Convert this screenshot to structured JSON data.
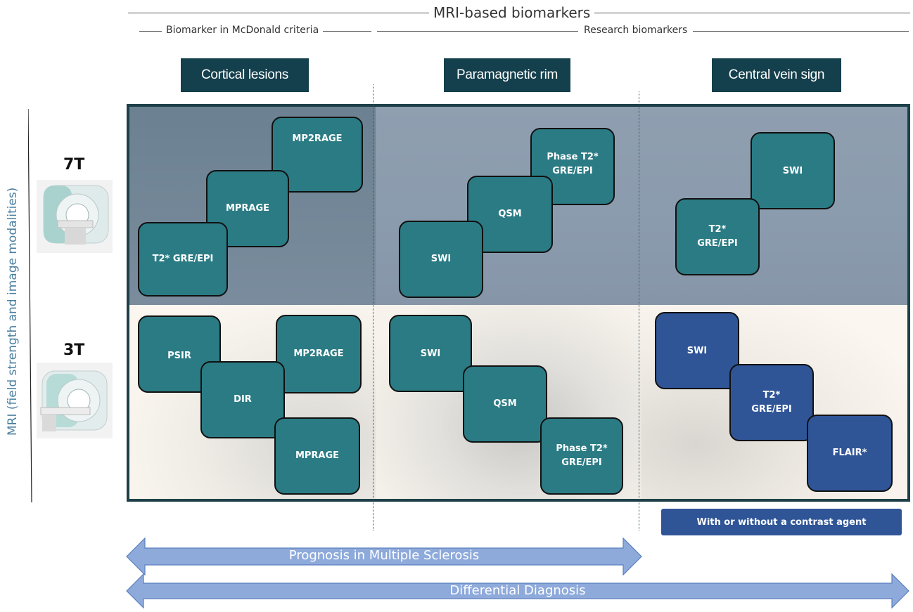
{
  "header": {
    "title": "MRI-based biomarkers",
    "left_group": "Biomarker in McDonald criteria",
    "right_group": "Research biomarkers"
  },
  "columns": [
    {
      "label": "Cortical lesions"
    },
    {
      "label": "Paramagnetic rim"
    },
    {
      "label": "Central vein sign"
    }
  ],
  "y_axis_label": "MRI (field strength and image modalities)",
  "rows": {
    "t7": {
      "label": "7T"
    },
    "t3": {
      "label": "3T"
    }
  },
  "tiles": {
    "c1_7t": [
      "MP2RAGE",
      "MPRAGE",
      "T2* GRE/EPI"
    ],
    "c2_7t": [
      "Phase T2*\nGRE/EPI",
      "QSM",
      "SWI"
    ],
    "c3_7t": [
      "SWI",
      "T2*\nGRE/EPI"
    ],
    "c1_3t": [
      "PSIR",
      "MP2RAGE",
      "DIR",
      "MPRAGE"
    ],
    "c2_3t": [
      "SWI",
      "QSM",
      "Phase T2*\nGRE/EPI"
    ],
    "c3_3t": [
      "SWI",
      "T2*\nGRE/EPI",
      "FLAIR*"
    ]
  },
  "contrast_note": "With or without a contrast agent",
  "arrows": {
    "prognosis": "Prognosis in Multiple Sclerosis",
    "differential": "Differential Diagnosis"
  },
  "colors": {
    "teal_tile": "#2b7b84",
    "blue_tile": "#2f5597",
    "header_box": "#143f4c",
    "arrow": "#8eaadb"
  },
  "icons": {
    "scanner_7t": "mri-scanner-icon",
    "scanner_3t": "mri-scanner-icon"
  }
}
